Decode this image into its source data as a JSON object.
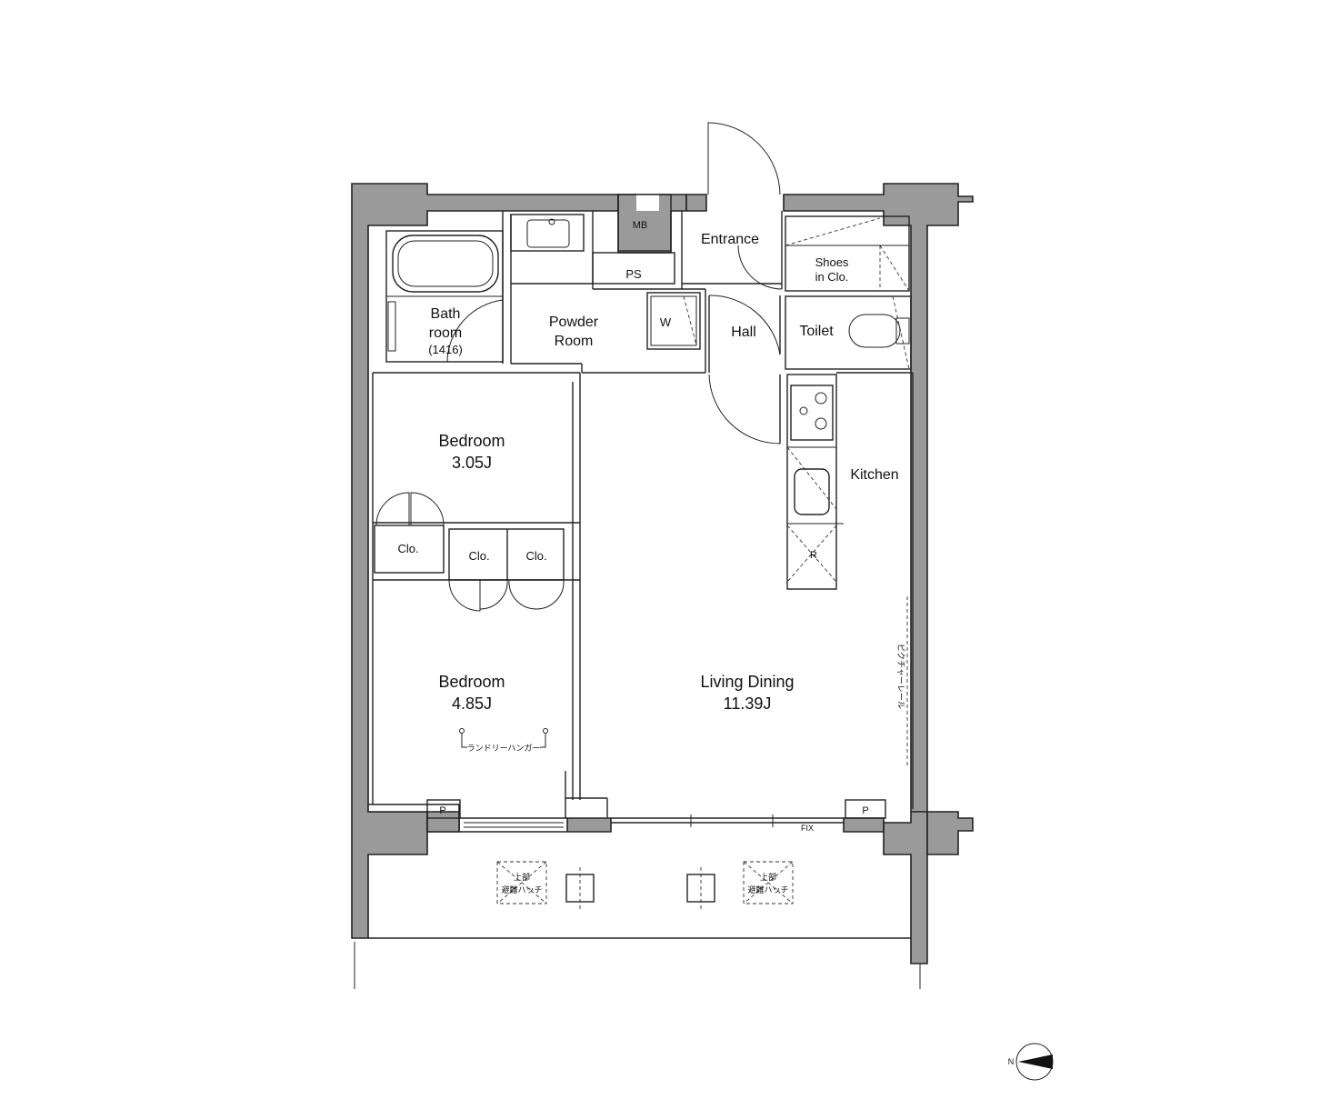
{
  "rooms": {
    "entrance": "Entrance",
    "mb": "MB",
    "ps": "PS",
    "shoes_1": "Shoes",
    "shoes_2": "in Clo.",
    "bath_1": "Bath",
    "bath_2": "room",
    "bath_3": "(1416)",
    "powder_1": "Powder",
    "powder_2": "Room",
    "w": "W",
    "hall": "Hall",
    "toilet": "Toilet",
    "kitchen": "Kitchen",
    "refrigerator": "R",
    "bedroom1_name": "Bedroom",
    "bedroom1_size": "3.05J",
    "bedroom2_name": "Bedroom",
    "bedroom2_size": "4.85J",
    "closet_a": "Clo.",
    "closet_b": "Clo.",
    "closet_c": "Clo.",
    "living_name": "Living Dining",
    "living_size": "11.39J",
    "picture_rail": "ピクチャーレール",
    "laundry": "ランドリーハンガー",
    "pipe_left": "P",
    "pipe_right": "P",
    "fix": "FIX",
    "hatch_left_1": "上部",
    "hatch_left_2": "避難ハッチ",
    "hatch_right_1": "上部",
    "hatch_right_2": "避難ハッチ"
  },
  "compass": {
    "label": "N"
  }
}
